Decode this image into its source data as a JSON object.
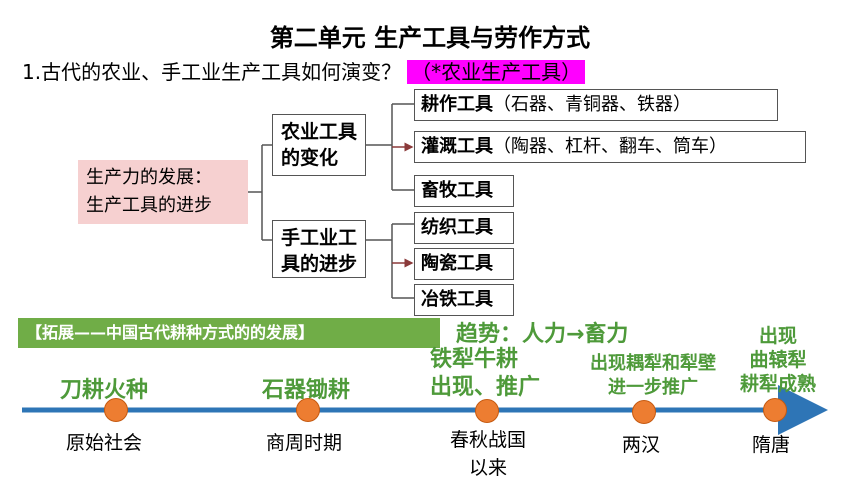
{
  "title": "第二单元  生产工具与劳作方式",
  "question": {
    "text": "1.古代的农业、手工业生产工具如何演变？",
    "highlight": "（*农业生产工具）"
  },
  "tree": {
    "root_line1": "生产力的发展：",
    "root_line2": "生产工具的进步",
    "agri_line1": "农业工具",
    "agri_line2": "的变化",
    "craft_line1": "手工业工",
    "craft_line2": "具的进步",
    "leaves": [
      {
        "name": "耕作工具",
        "detail": "（石器、青铜器、铁器）"
      },
      {
        "name": "灌溉工具",
        "detail": "（陶器、杠杆、翻车、筒车）"
      },
      {
        "name": "畜牧工具",
        "detail": ""
      },
      {
        "name": "纺织工具",
        "detail": ""
      },
      {
        "name": "陶瓷工具",
        "detail": ""
      },
      {
        "name": "冶铁工具",
        "detail": ""
      }
    ]
  },
  "banner": "【拓展——中国古代耕种方式的的发展】",
  "trend": "趋势：人力→畜力",
  "timeline": {
    "events": [
      {
        "label": "刀耕火种",
        "era": "原始社会"
      },
      {
        "label": "石器锄耕",
        "era": "商周时期"
      },
      {
        "label_line1": "铁犁牛耕",
        "label_line2": "出现、推广",
        "era_line1": "春秋战国",
        "era_line2": "以来"
      },
      {
        "label_line1": "出现耦犁和犁壁",
        "label_line2": "进一步推广",
        "era": "两汉"
      },
      {
        "label_line1": "出现",
        "label_line2": "曲辕犁",
        "label_line3": "耕犁成熟",
        "era": "隋唐"
      }
    ],
    "colors": {
      "line": "#2e75b6",
      "dot": "#ed7d31",
      "text": "#4e9a3a"
    }
  }
}
